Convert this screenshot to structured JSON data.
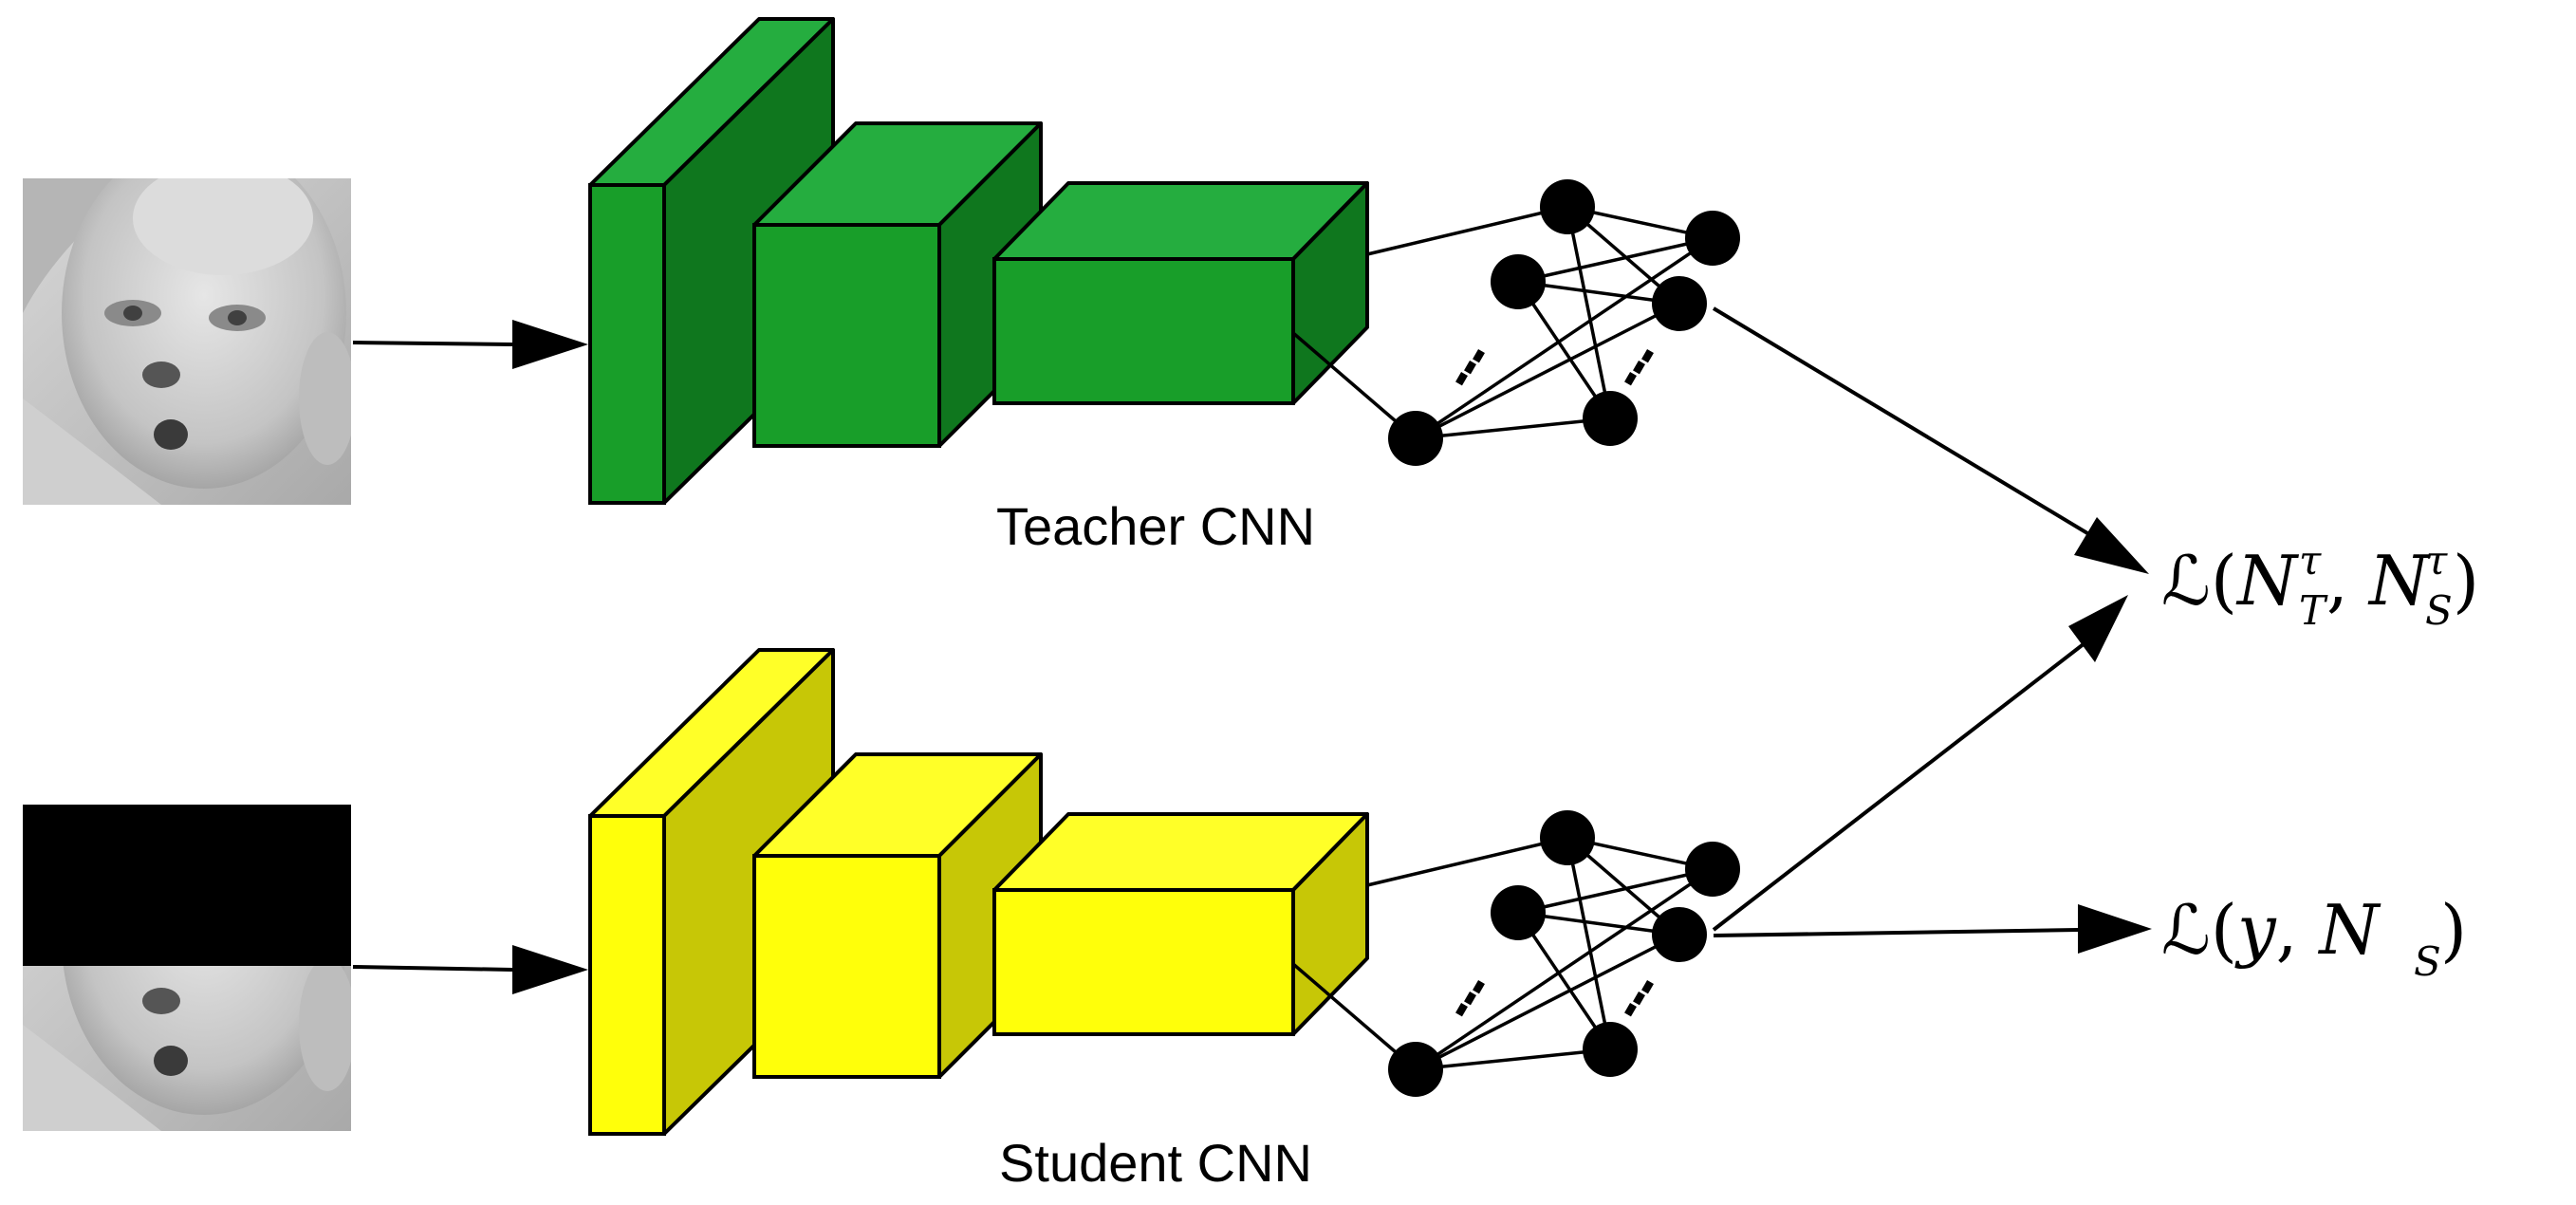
{
  "diagram": {
    "teacher": {
      "label": "Teacher CNN",
      "colors": {
        "front": "#189E29",
        "top": "#25AD3F",
        "side": "#0F771E"
      }
    },
    "student": {
      "label": "Student CNN",
      "colors": {
        "front": "#FFFF0A",
        "top": "#FFFF28",
        "side": "#C7C706"
      }
    },
    "outputs": {
      "distillation_loss": {
        "script": "ℒ",
        "open": "(",
        "arg1": "N",
        "arg1_sup": "τ",
        "arg1_sub": "T",
        "sep": ", ",
        "arg2": "N",
        "arg2_sup": "τ",
        "arg2_sub": "S",
        "close": ")"
      },
      "student_loss": {
        "script": "ℒ",
        "open": "(",
        "arg1": "y",
        "sep": ", ",
        "arg2": "N",
        "arg2_sub": "S",
        "close": ")"
      }
    },
    "inputs": {
      "teacher_input": "full-face-image",
      "student_input": "occluded-face-image"
    }
  }
}
